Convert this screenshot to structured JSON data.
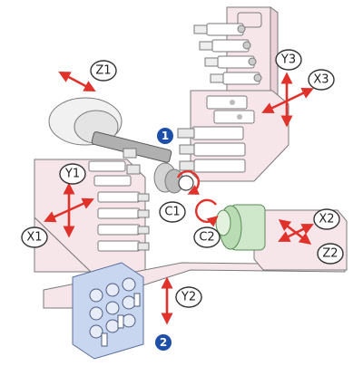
{
  "labels": {
    "z1": "Z1",
    "y3": "Y3",
    "x3": "X3",
    "y1": "Y1",
    "x1": "X1",
    "c1": "C1",
    "c2": "C2",
    "x2": "X2",
    "z2": "Z2",
    "y2": "Y2"
  },
  "markers": {
    "one": "1",
    "two": "2"
  },
  "colors": {
    "arrow": "#e0322b",
    "marker": "#1e4fa8",
    "machine_body": "#f6e6ea",
    "machine_body_dark": "#ead2d8",
    "turret2": "#c9d6f0",
    "spindle2": "#cfe8cc",
    "spindle1": "#f1f1f1"
  }
}
